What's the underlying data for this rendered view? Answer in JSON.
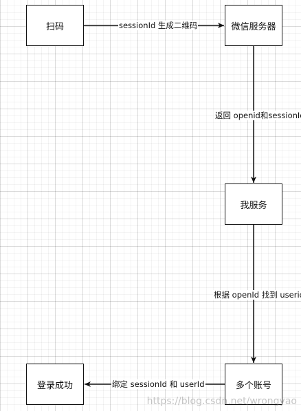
{
  "nodes": {
    "scan": "扫码",
    "wechat_server": "微信服务器",
    "my_server": "我服务",
    "multiple_accounts": "多个账号",
    "login_success": "登录成功"
  },
  "edges": {
    "scan_to_wechat": "sessionId 生成二维码",
    "wechat_to_myserver": "返回 openid和sessionId",
    "myserver_to_accounts": "根据 openId 找到 userid",
    "accounts_to_login": "绑定 sessionId 和 userId"
  },
  "watermark": "https://blog.csdn.net/wrongyao",
  "colors": {
    "line": "#111111",
    "background": "#ffffff",
    "grid": "#e6e6e6"
  }
}
